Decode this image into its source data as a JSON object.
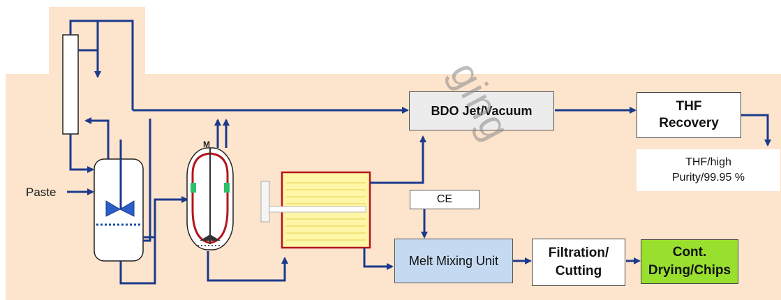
{
  "feed_label": "Paste",
  "agitator_label": "M",
  "units": {
    "bdo": "BDO Jet/Vacuum",
    "thf_line1": "THF",
    "thf_line2": "Recovery",
    "thf_out_line1": "THF/high",
    "thf_out_line2": "Purity/99.95 %",
    "ce": "CE",
    "melt": "Melt Mixing Unit",
    "filt_line1": "Filtration/",
    "filt_line2": "Cutting",
    "dry_line1": "Cont.",
    "dry_line2": "Drying/Chips"
  },
  "watermark": "ging",
  "colors": {
    "background_panel": "#fde4cc",
    "flow_line": "#1a3a8c",
    "bdo_box": "#ececec",
    "melt_box": "#c5d9f1",
    "drying_box": "#99e02e",
    "vessel_lining": "#b4161b",
    "finisher_fill": "#fff6a8"
  }
}
